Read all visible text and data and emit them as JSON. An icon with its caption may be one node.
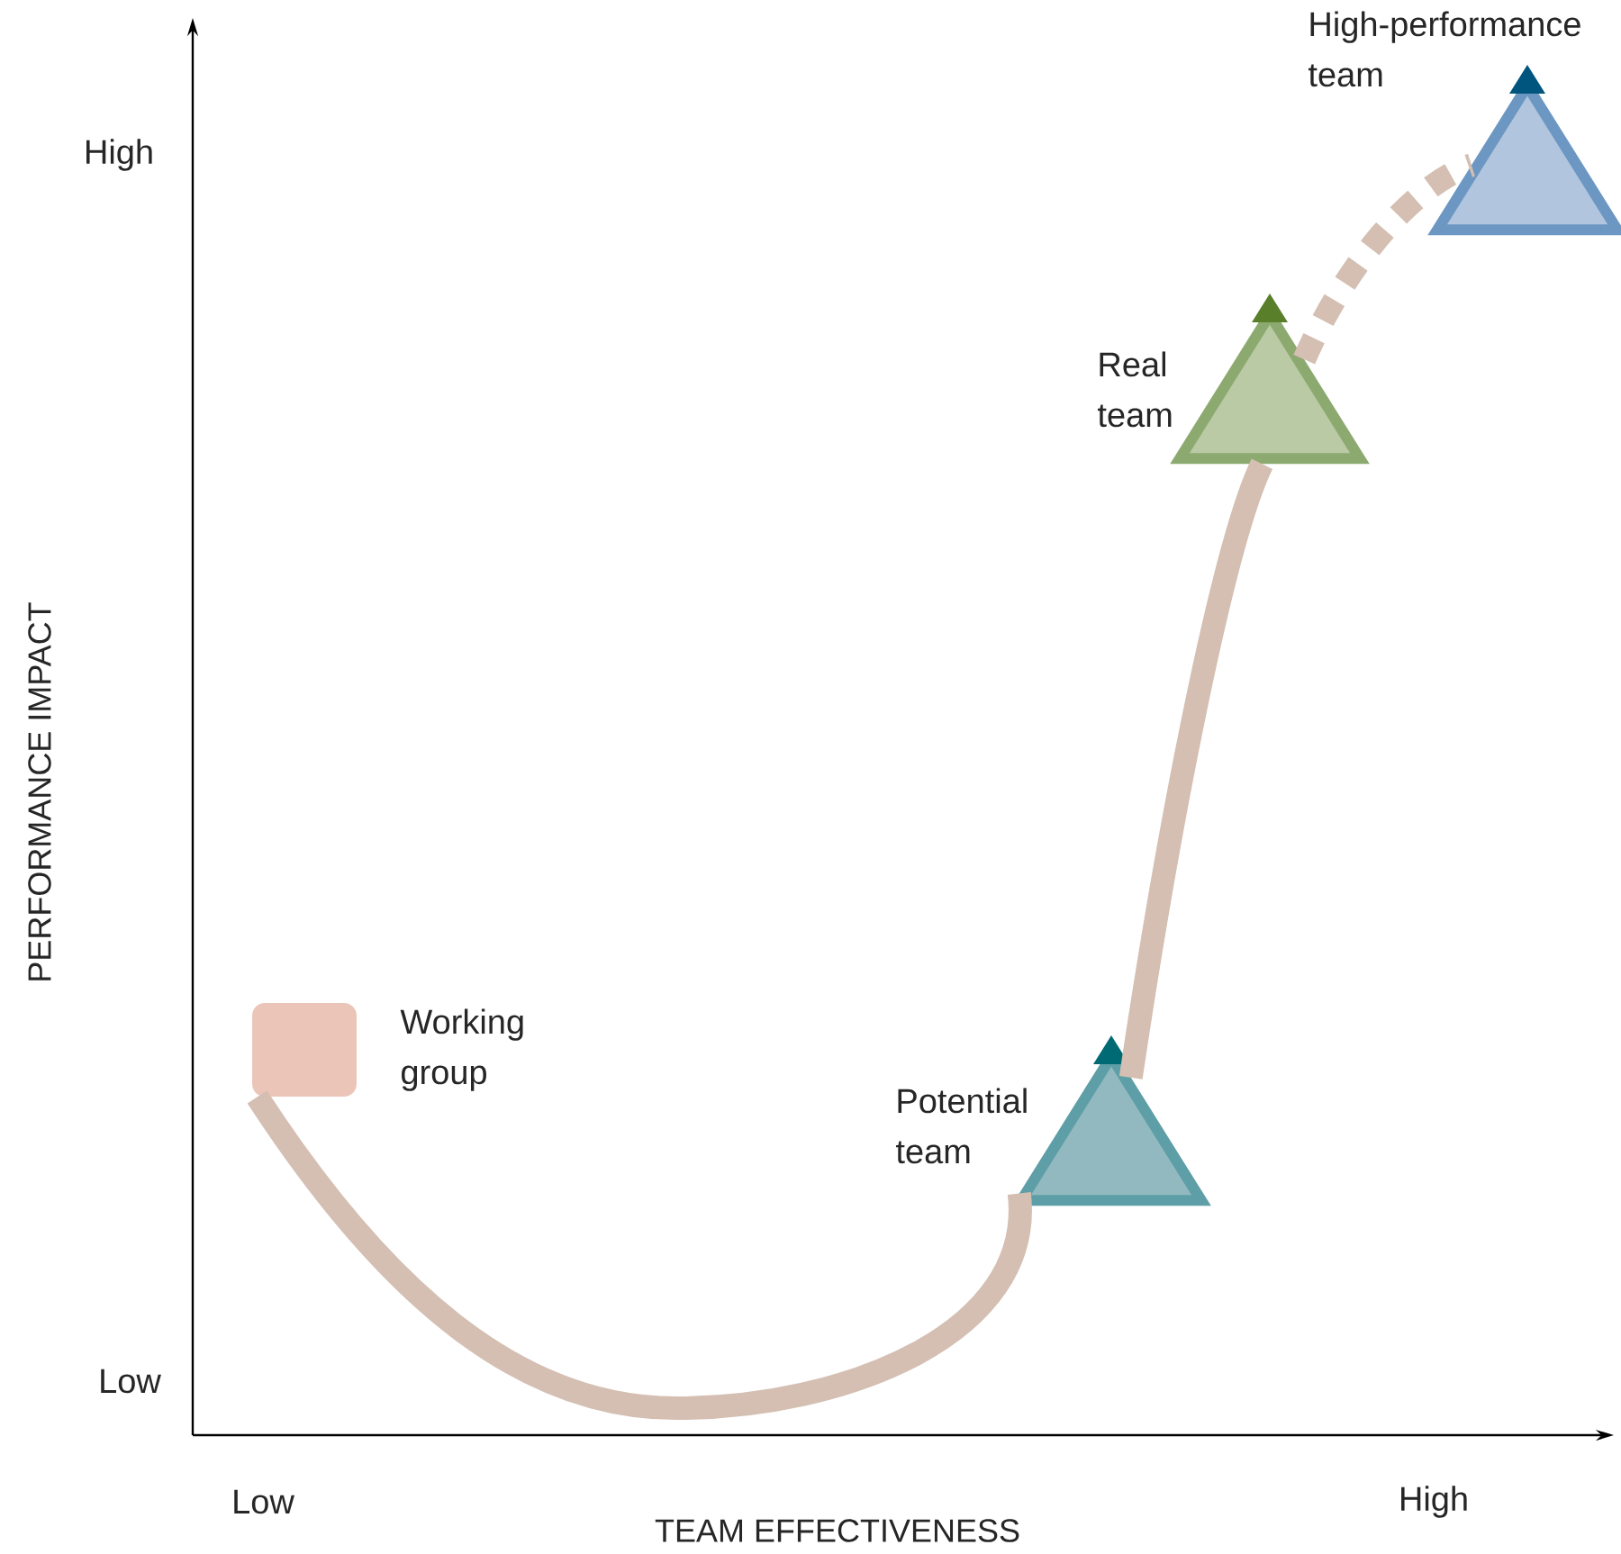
{
  "diagram": {
    "nodes": [
      {
        "text": [],
        "shape": "box",
        "beside": [
          "Working group"
        ]
      },
      {
        "text": [],
        "shape": "triangle",
        "beside": [
          "Potential team"
        ]
      },
      {
        "text": [],
        "shape": "triangle",
        "beside": [
          "Real team"
        ]
      },
      {
        "text": [],
        "shape": "triangle",
        "beside": [
          "High-performance team"
        ]
      }
    ],
    "edges": [
      {
        "from": 0,
        "to": 1,
        "arrow": "none"
      },
      {
        "from": 1,
        "to": 2,
        "arrow": "none"
      },
      {
        "from": 2,
        "to": 3,
        "arrow": "none",
        "style": "dashed"
      }
    ],
    "labels": [
      "High",
      "PERFORMANCE IMPACT",
      "Low",
      "Low",
      "High",
      "TEAM EFFECTIVENESS"
    ]
  }
}
